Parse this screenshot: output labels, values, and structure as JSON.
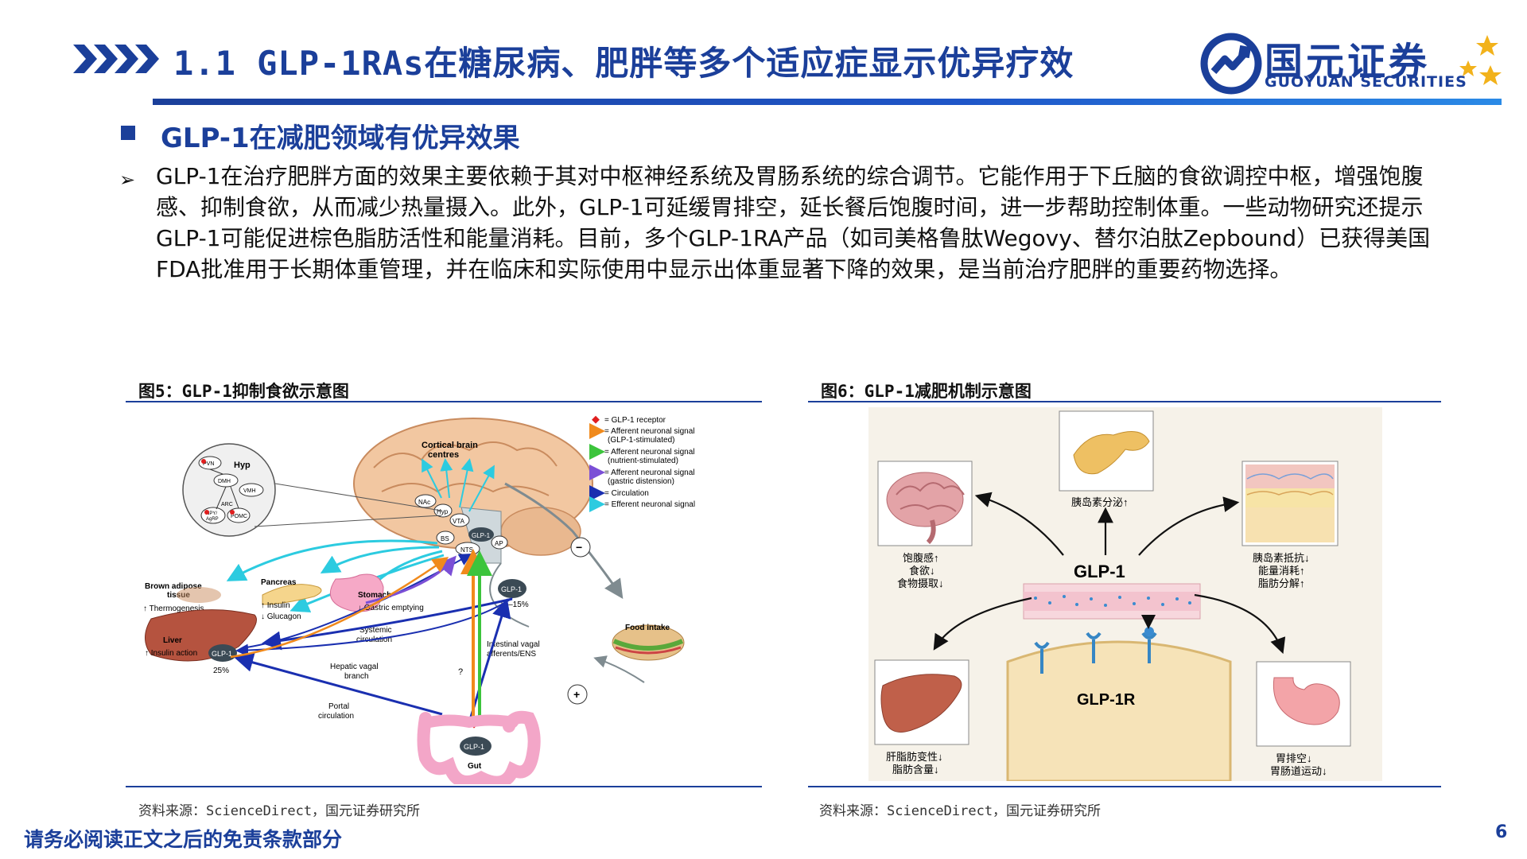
{
  "header": {
    "title": "1.1 GLP-1RAs在糖尿病、肥胖等多个适应症显示优异疗效",
    "logo_cn": "国元证券",
    "logo_en": "GUOYUAN SECURITIES"
  },
  "section": {
    "heading": "GLP-1在减肥领域有优异效果",
    "body": "GLP-1在治疗肥胖方面的效果主要依赖于其对中枢神经系统及胃肠系统的综合调节。它能作用于下丘脑的食欲调控中枢，增强饱腹感、抑制食欲，从而减少热量摄入。此外，GLP-1可延缓胃排空，延长餐后饱腹时间，进一步帮助控制体重。一些动物研究还提示GLP-1可能促进棕色脂肪活性和能量消耗。目前，多个GLP-1RA产品（如司美格鲁肽Wegovy、替尔泊肽Zepbound）已获得美国FDA批准用于长期体重管理，并在临床和实际使用中显示出体重显著下降的效果，是当前治疗肥胖的重要药物选择。"
  },
  "figure5": {
    "caption": "图5：GLP-1抑制食欲示意图",
    "source": "资料来源：ScienceDirect，国元证券研究所",
    "legend": [
      {
        "text": "= GLP-1 receptor",
        "color": "#e01e1e"
      },
      {
        "text": "= Afferent neuronal signal",
        "text2": "(GLP-1-stimulated)",
        "color": "#f08a1c"
      },
      {
        "text": "= Afferent neuronal signal",
        "text2": "(nutrient-stimulated)",
        "color": "#3cc43c"
      },
      {
        "text": "= Afferent neuronal signal",
        "text2": "(gastric distension)",
        "color": "#7b4fd6"
      },
      {
        "text": "= Circulation",
        "color": "#1a2fb0"
      },
      {
        "text": "= Efferent neuronal signal",
        "color": "#2ccbe0"
      }
    ],
    "labels": {
      "cortical": "Cortical brain",
      "cortical2": "centres",
      "hyp": "Hyp",
      "pvn": "PVN",
      "dmh": "DMH",
      "vmh": "VMH",
      "arc": "ARC",
      "npy": "NPY/",
      "agrp": "AgRP",
      "pomc": "POMC",
      "nac": "NAc",
      "hyp2": "Hyp",
      "vta": "VTA",
      "bs": "BS",
      "glp1_brain": "GLP-1",
      "ap": "AP",
      "nts": "NTS",
      "minus": "−",
      "plus": "+",
      "brown": "Brown adipose",
      "brown2": "tissue",
      "thermo": "↑ Thermogenesis",
      "pancreas": "Pancreas",
      "insulin": "↑ Insulin",
      "glucagon": "↓ Glucagon",
      "stomach": "Stomach",
      "gastric": "↓ Gastric emptying",
      "glp1_circ": "GLP-1",
      "pct1015": "10–15%",
      "liver": "Liver",
      "insulin_action": "↑ Insulin action",
      "glp1_liver": "GLP-1",
      "pct25": "25%",
      "systemic": "Systemic",
      "systemic2": "circulation",
      "hepatic": "Hepatic vagal",
      "hepatic2": "branch",
      "portal": "Portal",
      "portal2": "circulation",
      "intestinal": "Intestinal vagal",
      "intestinal2": "afferents/ENS",
      "qmark": "?",
      "food": "Food intake",
      "glp1_gut": "GLP-1",
      "gut": "Gut"
    }
  },
  "figure6": {
    "caption": "图6：GLP-1减肥机制示意图",
    "source": "资料来源：ScienceDirect，国元证券研究所",
    "labels": {
      "pancreas": "胰岛素分泌↑",
      "brain1": "饱腹感↑",
      "brain2": "食欲↓",
      "brain3": "食物摄取↓",
      "fat1": "胰岛素抵抗↓",
      "fat2": "能量消耗↑",
      "fat3": "脂肪分解↑",
      "glp1": "GLP-1",
      "glp1r": "GLP-1R",
      "liver1": "肝脂肪变性↓",
      "liver2": "脂肪含量↓",
      "stomach1": "胃排空↓",
      "stomach2": "胃肠道运动↓"
    }
  },
  "footer": {
    "disclaimer": "请务必阅读正文之后的免责条款部分",
    "page": "6"
  }
}
